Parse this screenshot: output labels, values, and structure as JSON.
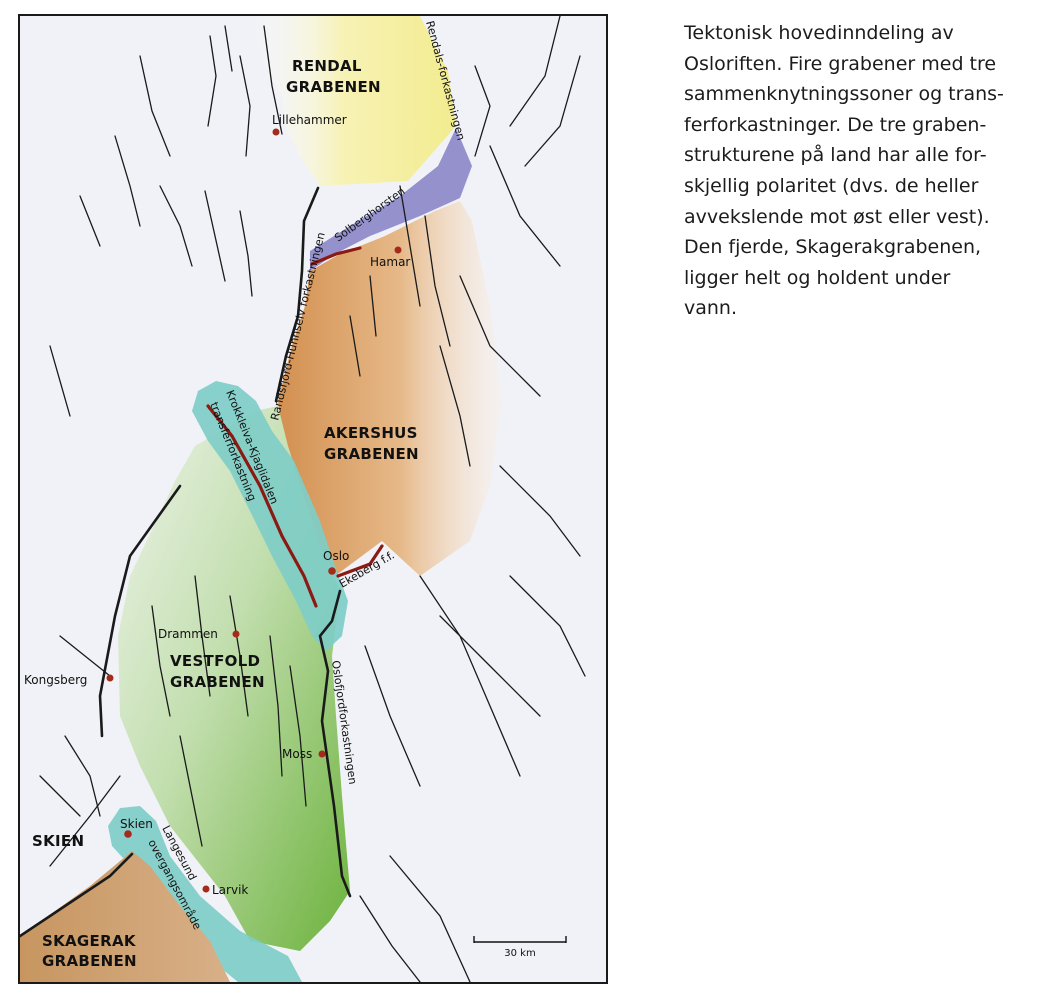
{
  "caption": {
    "lines": [
      "Tektonisk hovedinndeling av",
      "Osloriften. Fire grabener med tre",
      "sammenknytningssoner og trans-",
      "ferforkastninger. De tre graben-",
      "strukturene på land har alle for-",
      "skjellig polaritet (dvs. de heller",
      "avvekslende mot øst eller vest).",
      "Den fjerde, Skagerakgrabenen,",
      "ligger helt og holdent under",
      "vann."
    ]
  },
  "regions": {
    "rendal_1": "RENDAL",
    "rendal_2": "GRABENEN",
    "akershus_1": "AKERSHUS",
    "akershus_2": "GRABENEN",
    "vestfold_1": "VESTFOLD",
    "vestfold_2": "GRABENEN",
    "skien": "SKIEN",
    "skagerak_1": "SKAGERAK",
    "skagerak_2": "GRABENEN"
  },
  "cities": {
    "lillehammer": "Lillehammer",
    "hamar": "Hamar",
    "oslo": "Oslo",
    "drammen": "Drammen",
    "kongsberg": "Kongsberg",
    "moss": "Moss",
    "skien": "Skien",
    "larvik": "Larvik"
  },
  "faults": {
    "rendals": "Rendals-forkastningen",
    "solberghorsten": "Solberghorsten",
    "randsfjord": "Randsfjord-Hunnselv forkastningen",
    "krokkleiva_1": "Krokkleiva-Kjaglidalen",
    "krokkleiva_2": "transferforkastning",
    "ekeberg": "Ekeberg f.f.",
    "oslofjord": "Oslofjordforkastningen",
    "langesund_1": "Langesund",
    "langesund_2": "overgangsområde"
  },
  "scale_bar": {
    "label": "30 km"
  },
  "colors": {
    "rendal": "#f4ef9e",
    "solberg": "#8a86c8",
    "akershus": "#d9a064",
    "vestfold": "#7cbc4c",
    "transfer_zone": "#7fcdc7",
    "skagerak": "#c79a66",
    "red_fault": "#8b1a14",
    "city_dot": "#a42a1c"
  }
}
